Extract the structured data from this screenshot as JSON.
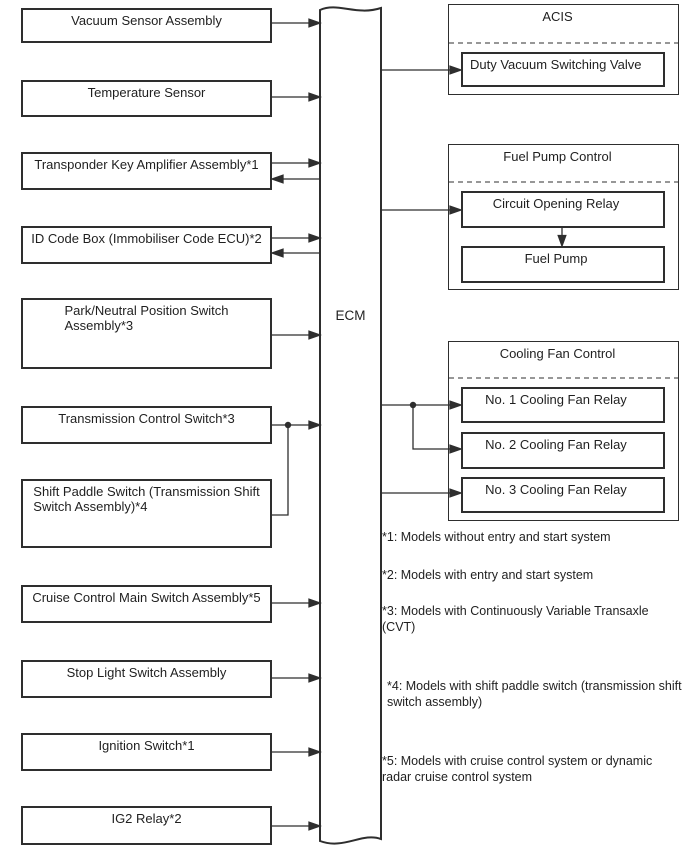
{
  "diagram": {
    "title_hint": "ECM system block diagram",
    "ecm": {
      "label": "ECM"
    },
    "inputs": [
      {
        "name": "vacuum-sensor-assembly",
        "lines": [
          "Vacuum Sensor Assembly"
        ],
        "arrow": "to-ecm"
      },
      {
        "name": "temperature-sensor",
        "lines": [
          "Temperature Sensor"
        ],
        "arrow": "to-ecm"
      },
      {
        "name": "transponder-key-amplifier",
        "lines": [
          "Transponder Key Amplifier Assembly*1"
        ],
        "arrow": "bidirectional"
      },
      {
        "name": "id-code-box",
        "lines": [
          "ID Code Box (Immobiliser Code ECU)*2"
        ],
        "arrow": "bidirectional"
      },
      {
        "name": "park-neutral-position-switch",
        "lines": [
          "Park/Neutral Position Switch",
          "Assembly*3"
        ],
        "arrow": "to-ecm"
      },
      {
        "name": "transmission-control-switch",
        "lines": [
          "Transmission Control Switch*3"
        ],
        "arrow": "to-ecm-merged"
      },
      {
        "name": "shift-paddle-switch",
        "lines": [
          "Shift Paddle Switch (Transmission Shift",
          "Switch Assembly)*4"
        ],
        "arrow": "merges-into-transmission-control-line"
      },
      {
        "name": "cruise-control-main-switch",
        "lines": [
          "Cruise Control Main Switch Assembly*5"
        ],
        "arrow": "to-ecm"
      },
      {
        "name": "stop-light-switch",
        "lines": [
          "Stop Light Switch Assembly"
        ],
        "arrow": "to-ecm"
      },
      {
        "name": "ignition-switch",
        "lines": [
          "Ignition Switch*1"
        ],
        "arrow": "to-ecm"
      },
      {
        "name": "ig2-relay",
        "lines": [
          "IG2 Relay*2"
        ],
        "arrow": "to-ecm"
      }
    ],
    "outputs": [
      {
        "name": "acis",
        "title": "ACIS",
        "items": [
          "Duty Vacuum Switching Valve"
        ]
      },
      {
        "name": "fuel-pump-control",
        "title": "Fuel Pump Control",
        "items": [
          "Circuit Opening Relay",
          "Fuel Pump"
        ]
      },
      {
        "name": "cooling-fan-control",
        "title": "Cooling Fan Control",
        "items": [
          "No. 1 Cooling Fan Relay",
          "No. 2 Cooling Fan Relay",
          "No. 3 Cooling Fan Relay"
        ]
      }
    ],
    "footnotes": [
      {
        "lines": [
          "*1: Models without entry and start system"
        ]
      },
      {
        "lines": [
          "*2: Models with entry and start system"
        ]
      },
      {
        "lines": [
          "*3: Models with Continuously Variable Transaxle",
          "(CVT)"
        ]
      },
      {
        "lines": [
          "*4: Models with shift paddle switch (transmission shift",
          "switch assembly)"
        ]
      },
      {
        "lines": [
          "*5: Models with cruise control system or dynamic",
          "radar cruise control system"
        ]
      }
    ],
    "colors": {
      "line": "#2e2e2e",
      "text": "#1f1f1f",
      "dashed_divider": "#757575",
      "background": "#ffffff"
    }
  }
}
